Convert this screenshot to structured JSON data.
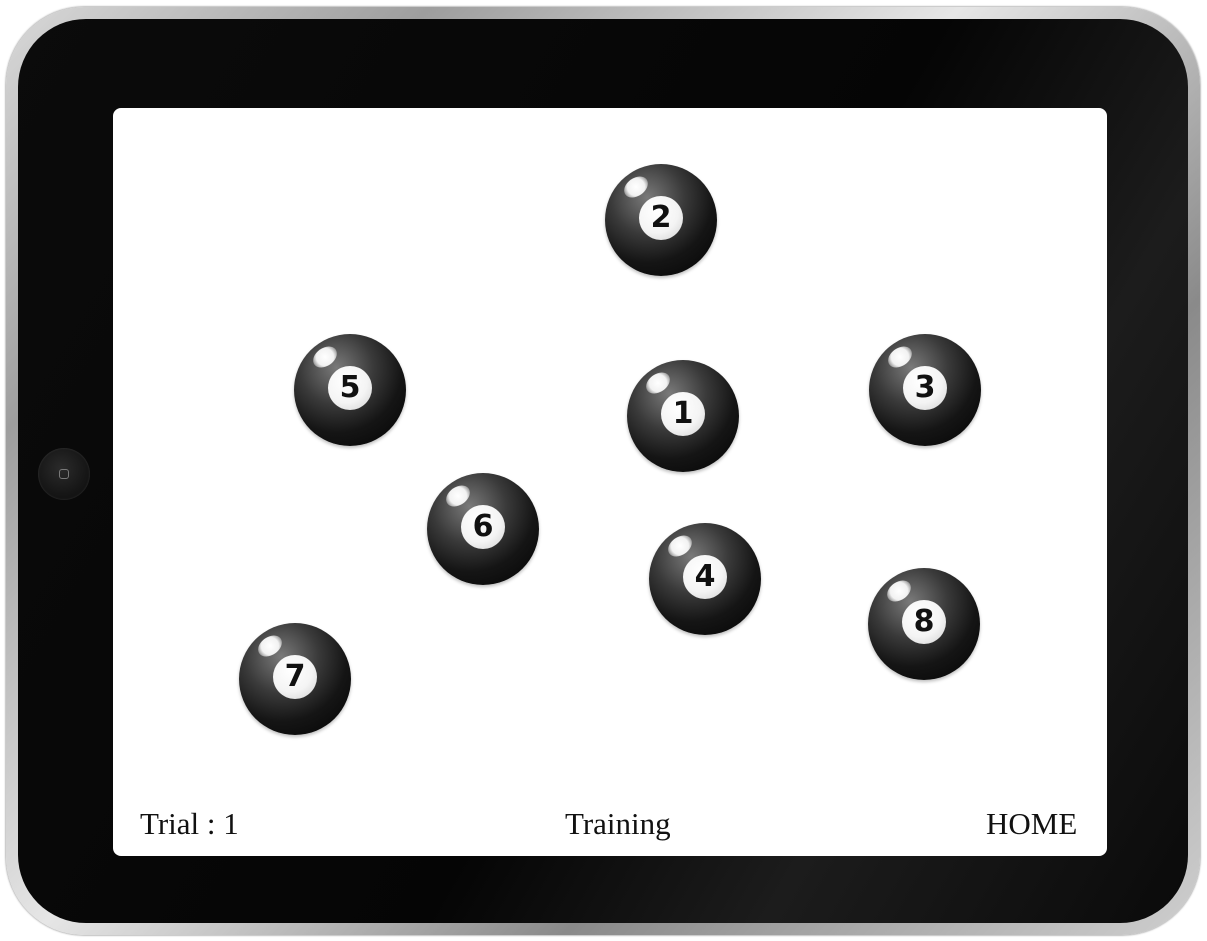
{
  "screen": {
    "trial_label": "Trial : 1",
    "mode_label": "Training",
    "home_label": "HOME"
  },
  "balls": [
    {
      "number": "2"
    },
    {
      "number": "5"
    },
    {
      "number": "1"
    },
    {
      "number": "3"
    },
    {
      "number": "6"
    },
    {
      "number": "4"
    },
    {
      "number": "8"
    },
    {
      "number": "7"
    }
  ]
}
